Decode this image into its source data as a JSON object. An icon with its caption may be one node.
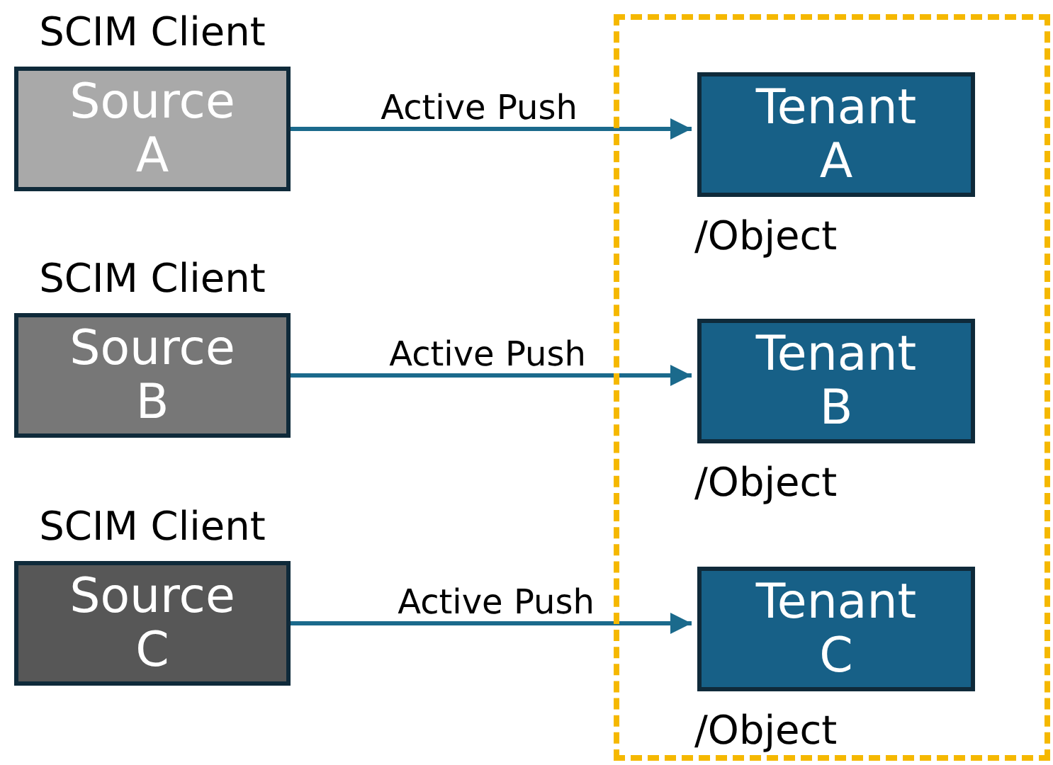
{
  "diagram": {
    "nodes": [
      {
        "text": [],
        "shape": "box"
      },
      {
        "text": [
          "SCIM Client",
          "Source A"
        ]
      },
      {
        "text": [
          "Tenant A"
        ],
        "in": 0,
        "beside": [
          "/Object"
        ]
      },
      {
        "text": [
          "SCIM Client",
          "Source B"
        ]
      },
      {
        "text": [
          "Tenant B"
        ],
        "in": 0,
        "beside": [
          "/Object"
        ]
      },
      {
        "text": [
          "SCIM Client",
          "Source C"
        ]
      },
      {
        "text": [
          "Tenant C"
        ],
        "in": 0,
        "beside": [
          "/Object"
        ]
      }
    ],
    "edges": [
      {
        "from": 1,
        "to": 2,
        "arrow": "to",
        "label": "Active Push"
      },
      {
        "from": 3,
        "to": 4,
        "arrow": "to",
        "label": "Active Push"
      },
      {
        "from": 5,
        "to": 6,
        "arrow": "to",
        "label": "Active Push"
      }
    ]
  }
}
